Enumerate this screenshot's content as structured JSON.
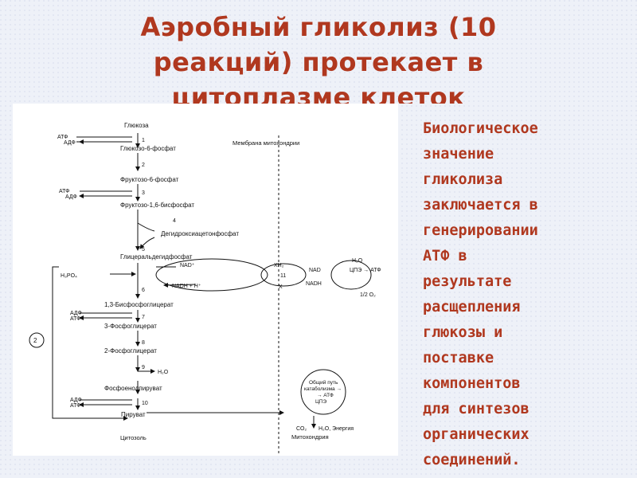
{
  "title_lines": [
    "Аэробный гликолиз  (10",
    "реакций) протекает в",
    "цитоплазме клеток"
  ],
  "side_text_lines": [
    "Биологическое",
    "значение",
    "гликолиза",
    "заключается в",
    "генерировании",
    "АТФ в",
    "результате",
    "расщепления",
    "глюкозы и",
    "поставке",
    "компонентов",
    "для синтезов",
    "органических",
    "соединений."
  ],
  "diagram": {
    "metabolites": [
      "Глюкоза",
      "Глюкозо-6-фосфат",
      "Фруктозо-6-фосфат",
      "Фруктозо-1,6-бисфосфат",
      "Дегидроксиацетонфосфат",
      "Глицеральдегидфосфат",
      "1,3-Бисфосфоглицерат",
      "3-Фосфоглицерат",
      "2-Фосфоглицерат",
      "Фосфоенолпируват",
      "Пируват"
    ],
    "step_numbers": [
      "1",
      "2",
      "3",
      "4",
      "5",
      "6",
      "7",
      "8",
      "9",
      "10",
      "11"
    ],
    "cofactors": {
      "atp": "АТФ",
      "adp": "АДФ",
      "nad_plus": "NAD⁺",
      "nadh_h": "NADH + H⁺",
      "h3po4": "H₃PO₄",
      "h2o": "H₂O",
      "xh2": "XH₂",
      "x": "X",
      "nad": "NAD",
      "nadh": "NADH",
      "cpe": "ЦПЭ",
      "cpe_atp": "ЦПЭ → АТФ",
      "half_o2": "1/2 O₂",
      "co2": "CO₂",
      "h2o_energy": "H₂O, Энергия"
    },
    "labels": {
      "membrane": "Мембрана митохондрии",
      "cytosol": "Цитозоль",
      "mitochondria": "Митохондрия",
      "circle_number": "2",
      "catabolism_lines": [
        "Общий путь",
        "катаболизма →",
        "→ АТФ",
        "ЦПЭ"
      ]
    }
  }
}
